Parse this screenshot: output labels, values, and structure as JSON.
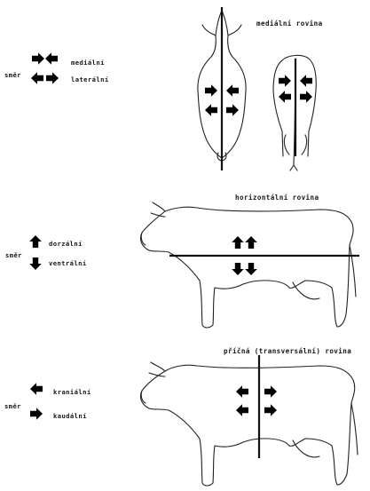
{
  "sections": [
    {
      "smer": "směr",
      "plane_title": "mediální rovina",
      "directions": [
        {
          "label": "mediální",
          "arrow": "arrow-pair-inward-icon"
        },
        {
          "label": "laterální",
          "arrow": "arrow-pair-outward-icon"
        }
      ]
    },
    {
      "smer": "směr",
      "plane_title": "horizontální rovina",
      "directions": [
        {
          "label": "dorzální",
          "arrow": "arrow-up-icon"
        },
        {
          "label": "ventrální",
          "arrow": "arrow-down-icon"
        }
      ]
    },
    {
      "smer": "směr",
      "plane_title": "příčná (transversální) rovina",
      "directions": [
        {
          "label": "kraniální",
          "arrow": "arrow-left-icon"
        },
        {
          "label": "kaudální",
          "arrow": "arrow-right-icon"
        }
      ]
    }
  ],
  "colors": {
    "outline": "#222222",
    "arrow_fill": "#9a9a9a",
    "background": "#ffffff"
  }
}
